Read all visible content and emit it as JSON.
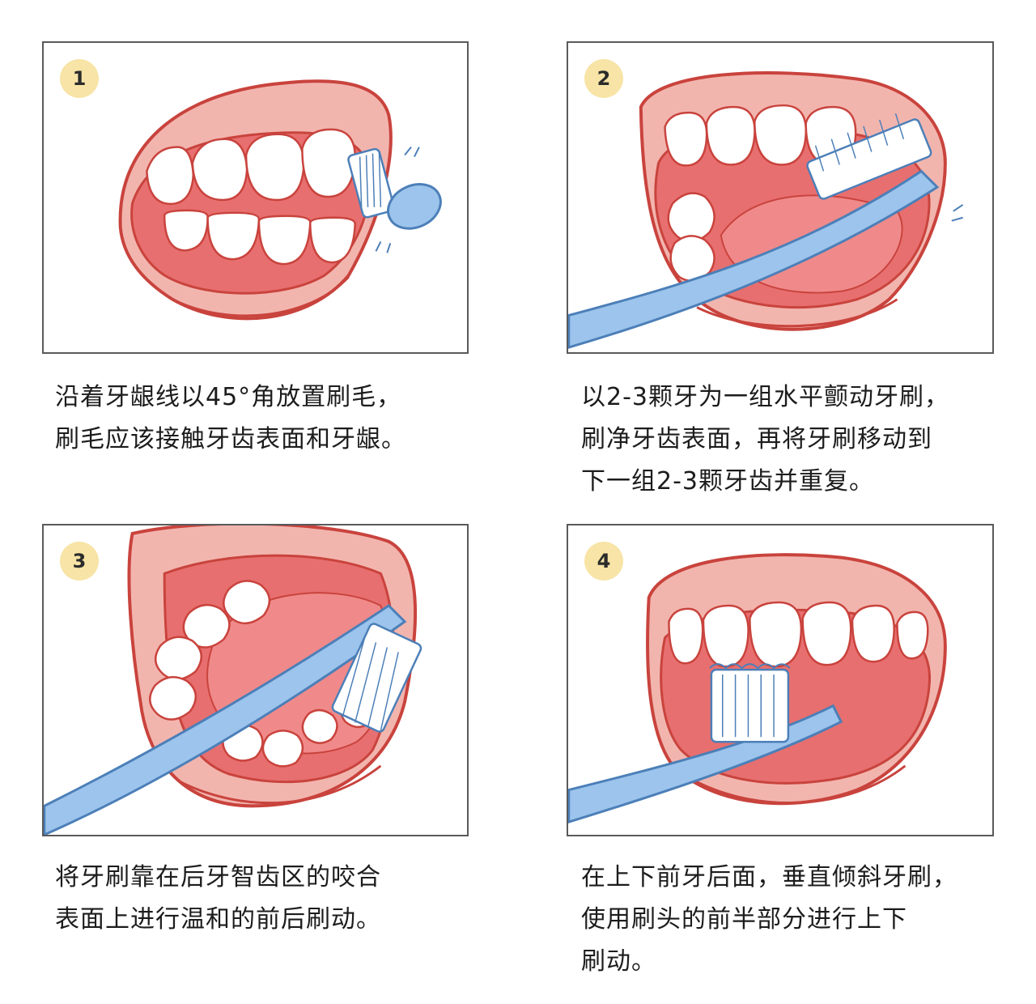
{
  "colors": {
    "lip": "#f2b5ae",
    "lip_line": "#c9433d",
    "mouth_inside": "#e86f6f",
    "tongue": "#f08a8a",
    "tooth": "#ffffff",
    "toothbrush": "#9cc4ec",
    "toothbrush_outline": "#4c7fb8",
    "badge": "#f7e4a6",
    "panel_border": "#5a5a5a"
  },
  "steps": [
    {
      "number": "1",
      "caption_lines": [
        "沿着牙龈线以45°角放置刷毛，",
        "刷毛应该接触牙齿表面和牙龈。"
      ]
    },
    {
      "number": "2",
      "caption_lines": [
        "以2-3颗牙为一组水平颤动牙刷，",
        "刷净牙齿表面，再将牙刷移动到",
        "下一组2-3颗牙齿并重复。"
      ]
    },
    {
      "number": "3",
      "caption_lines": [
        "将牙刷靠在后牙智齿区的咬合",
        "表面上进行温和的前后刷动。"
      ]
    },
    {
      "number": "4",
      "caption_lines": [
        "在上下前牙后面，垂直倾斜牙刷，",
        "使用刷头的前半部分进行上下",
        "刷动。"
      ]
    }
  ]
}
